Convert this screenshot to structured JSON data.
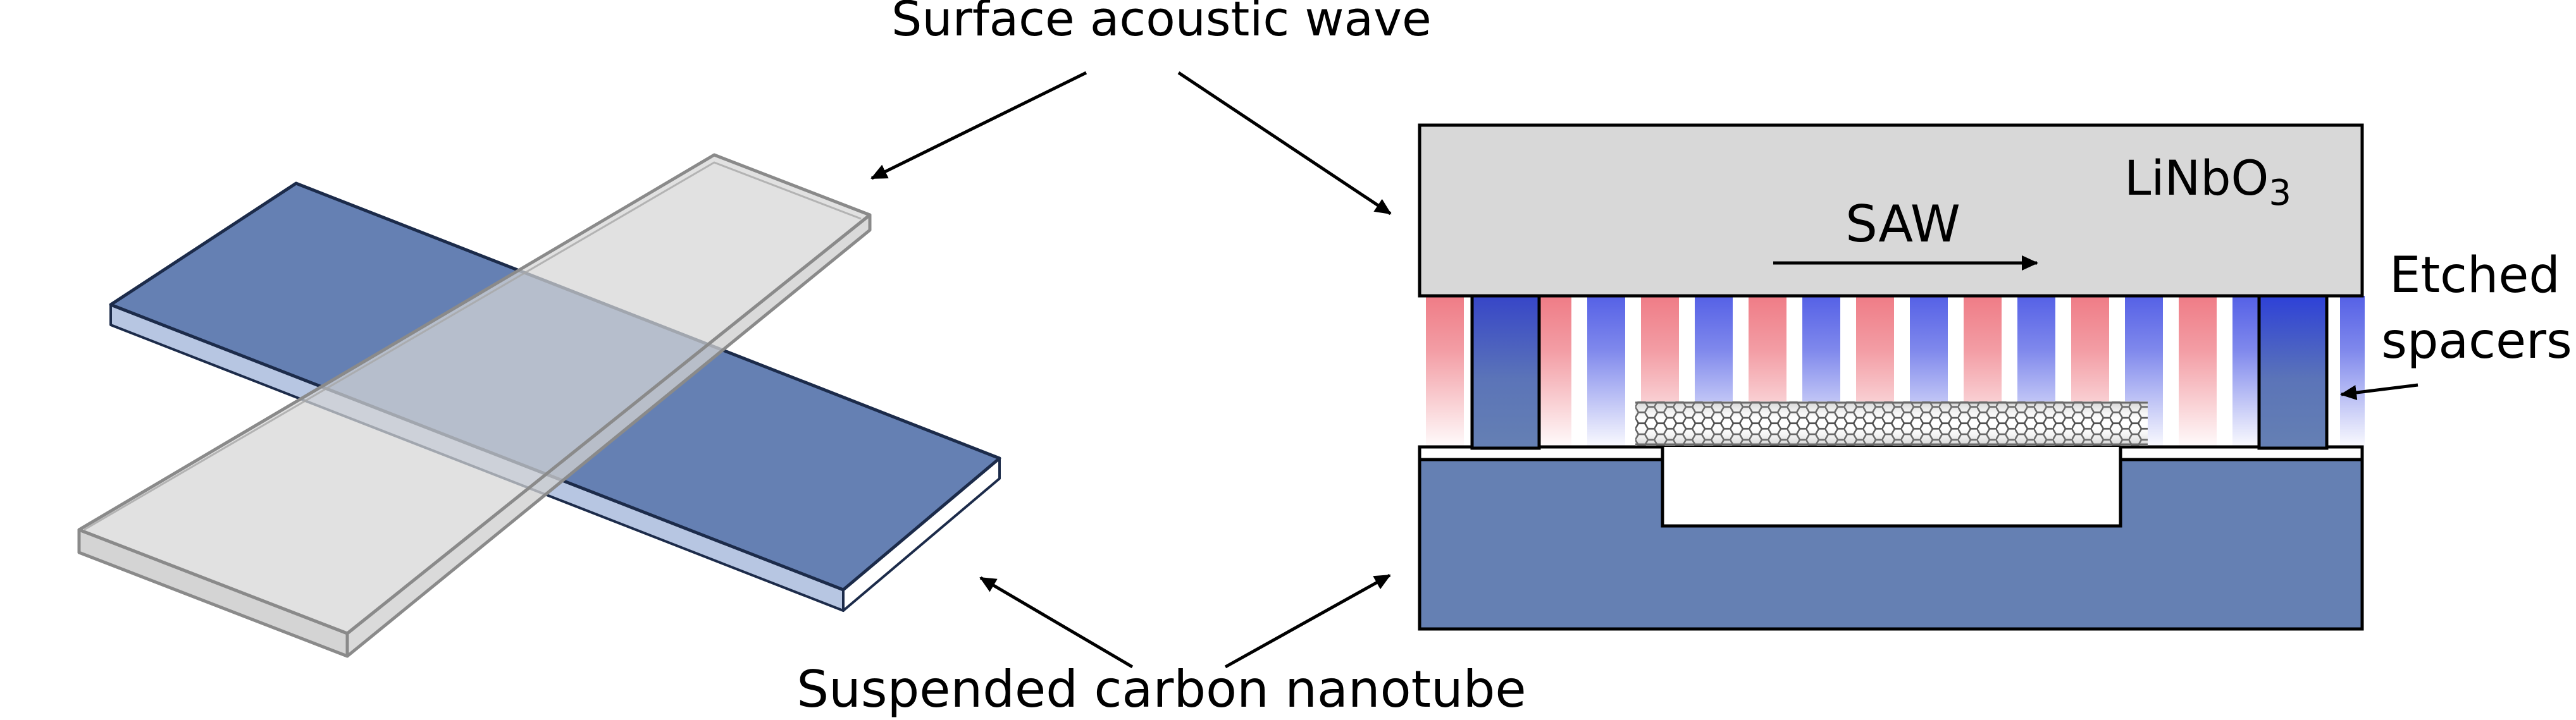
{
  "labels": {
    "top": "Surface acoustic wave",
    "bottom": "Suspended carbon nanotube",
    "substrate_main": "LiNbO",
    "substrate_sub": "3",
    "saw": "SAW",
    "spacers_line1": "Etched",
    "spacers_line2": "spacers"
  },
  "colors": {
    "blue_chip": "#6580b3",
    "blue_edge": "#b7c6e2",
    "navy_outline": "#1c2b4a",
    "linbo3_fill": "#d8d8d8",
    "glass_outline": "#8a8a8a",
    "wave_red": "#ef7c86",
    "wave_blue": "#5561e6"
  }
}
